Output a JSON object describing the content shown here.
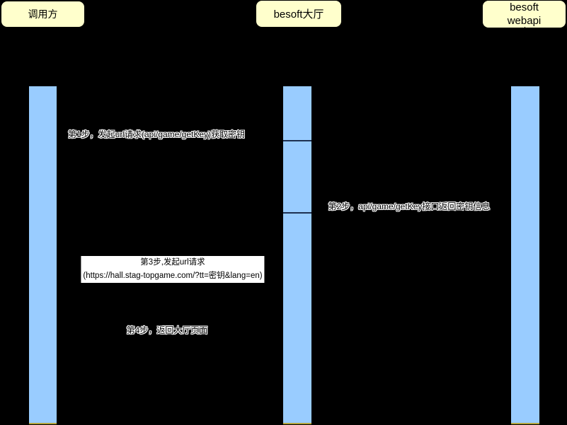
{
  "colors": {
    "background": "#000000",
    "actor_fill": "#FFFFCC",
    "activation_fill": "#99CCFF",
    "activation_bottom_edge": "#B3A43C",
    "hall_divider_line": "#1E3050",
    "label_text": "#000000",
    "label_halo": "#FFFFFF",
    "note_background": "#FFFFFF"
  },
  "actors": {
    "caller": {
      "label": "调用方"
    },
    "hall": {
      "label": "besoft大厅"
    },
    "webapi": {
      "line1": "besoft",
      "line2": "webapi"
    }
  },
  "messages": {
    "step1": {
      "label": "第1步，发起url请求(api/game/getKey)获取密钥"
    },
    "step2": {
      "label": "第2步，api/game/getKey接口返回密钥信息"
    },
    "step3": {
      "line1": "第3步,发起url请求",
      "line2": "(https://hall.stag-topgame.com/?tt=密钥&lang=en)"
    },
    "step4": {
      "label": "第4步，返回大厅页面"
    }
  }
}
